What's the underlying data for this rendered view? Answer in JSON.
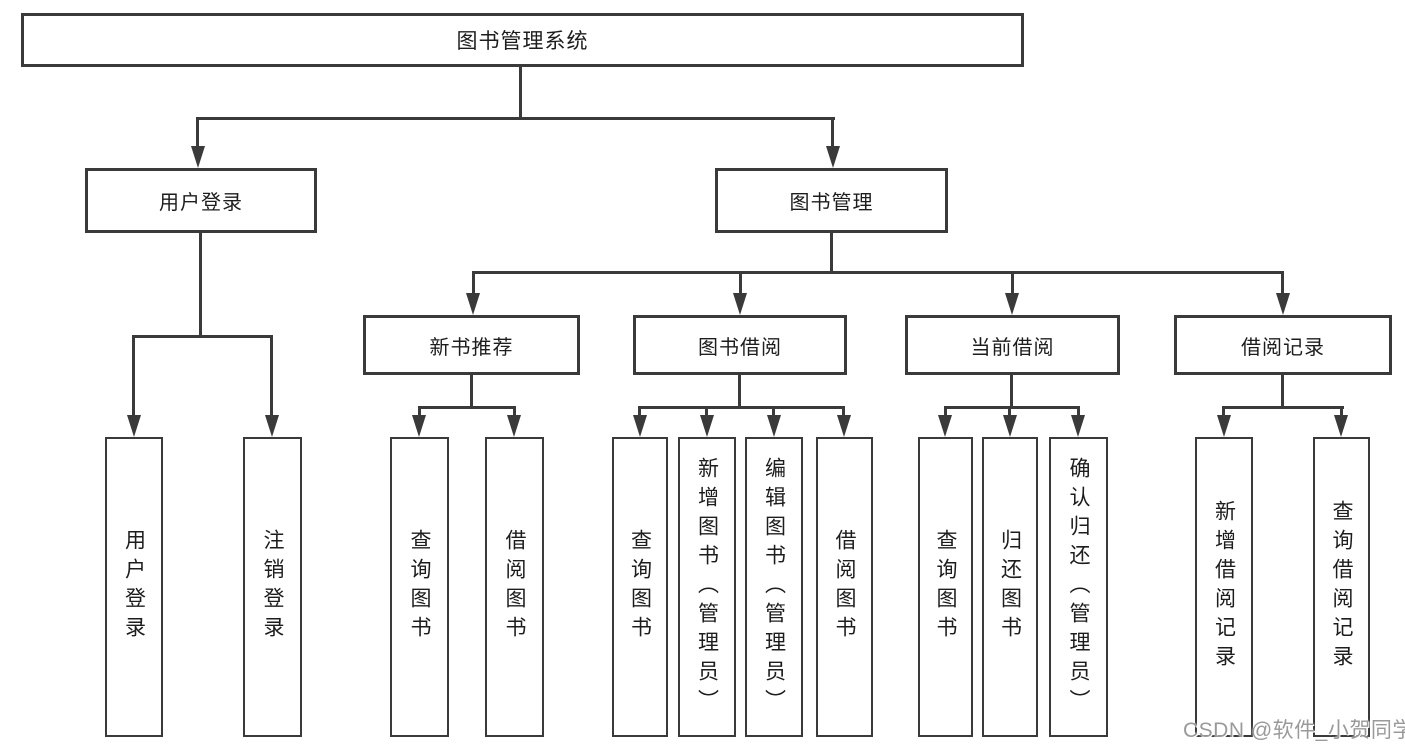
{
  "diagram": {
    "title": "图书管理系统",
    "watermark": "CSDN @软件_小贺同学",
    "colors": {
      "line": "#3a3a3a",
      "box_background": "#ffffff",
      "text": "#1d1d1d",
      "watermark": "#9a9a9a"
    },
    "nodes": {
      "root": {
        "label": "图书管理系统"
      },
      "user_login": {
        "label": "用户登录"
      },
      "book_mgmt": {
        "label": "图书管理"
      },
      "new_book_rec": {
        "label": "新书推荐"
      },
      "book_borrow": {
        "label": "图书借阅"
      },
      "current_borrow": {
        "label": "当前借阅"
      },
      "borrow_records": {
        "label": "借阅记录"
      },
      "leaf_user_login": {
        "label": "用户登录"
      },
      "leaf_logout": {
        "label": "注销登录"
      },
      "leaf_query_book_1": {
        "label": "查询图书"
      },
      "leaf_borrow_book_1": {
        "label": "借阅图书"
      },
      "leaf_query_book_2": {
        "label": "查询图书"
      },
      "leaf_add_book": {
        "label": "新增图书（管理员）"
      },
      "leaf_edit_book": {
        "label": "编辑图书（管理员）"
      },
      "leaf_borrow_book_2": {
        "label": "借阅图书"
      },
      "leaf_query_book_3": {
        "label": "查询图书"
      },
      "leaf_return_book": {
        "label": "归还图书"
      },
      "leaf_confirm_return": {
        "label": "确认归还（管理员）"
      },
      "leaf_add_record": {
        "label": "新增借阅记录"
      },
      "leaf_query_record": {
        "label": "查询借阅记录"
      }
    },
    "hierarchy": {
      "图书管理系统": [
        "用户登录",
        "图书管理"
      ],
      "用户登录": [
        "用户登录",
        "注销登录"
      ],
      "图书管理": [
        "新书推荐",
        "图书借阅",
        "当前借阅",
        "借阅记录"
      ],
      "新书推荐": [
        "查询图书",
        "借阅图书"
      ],
      "图书借阅": [
        "查询图书",
        "新增图书（管理员）",
        "编辑图书（管理员）",
        "借阅图书"
      ],
      "当前借阅": [
        "查询图书",
        "归还图书",
        "确认归还（管理员）"
      ],
      "借阅记录": [
        "新增借阅记录",
        "查询借阅记录"
      ]
    }
  }
}
